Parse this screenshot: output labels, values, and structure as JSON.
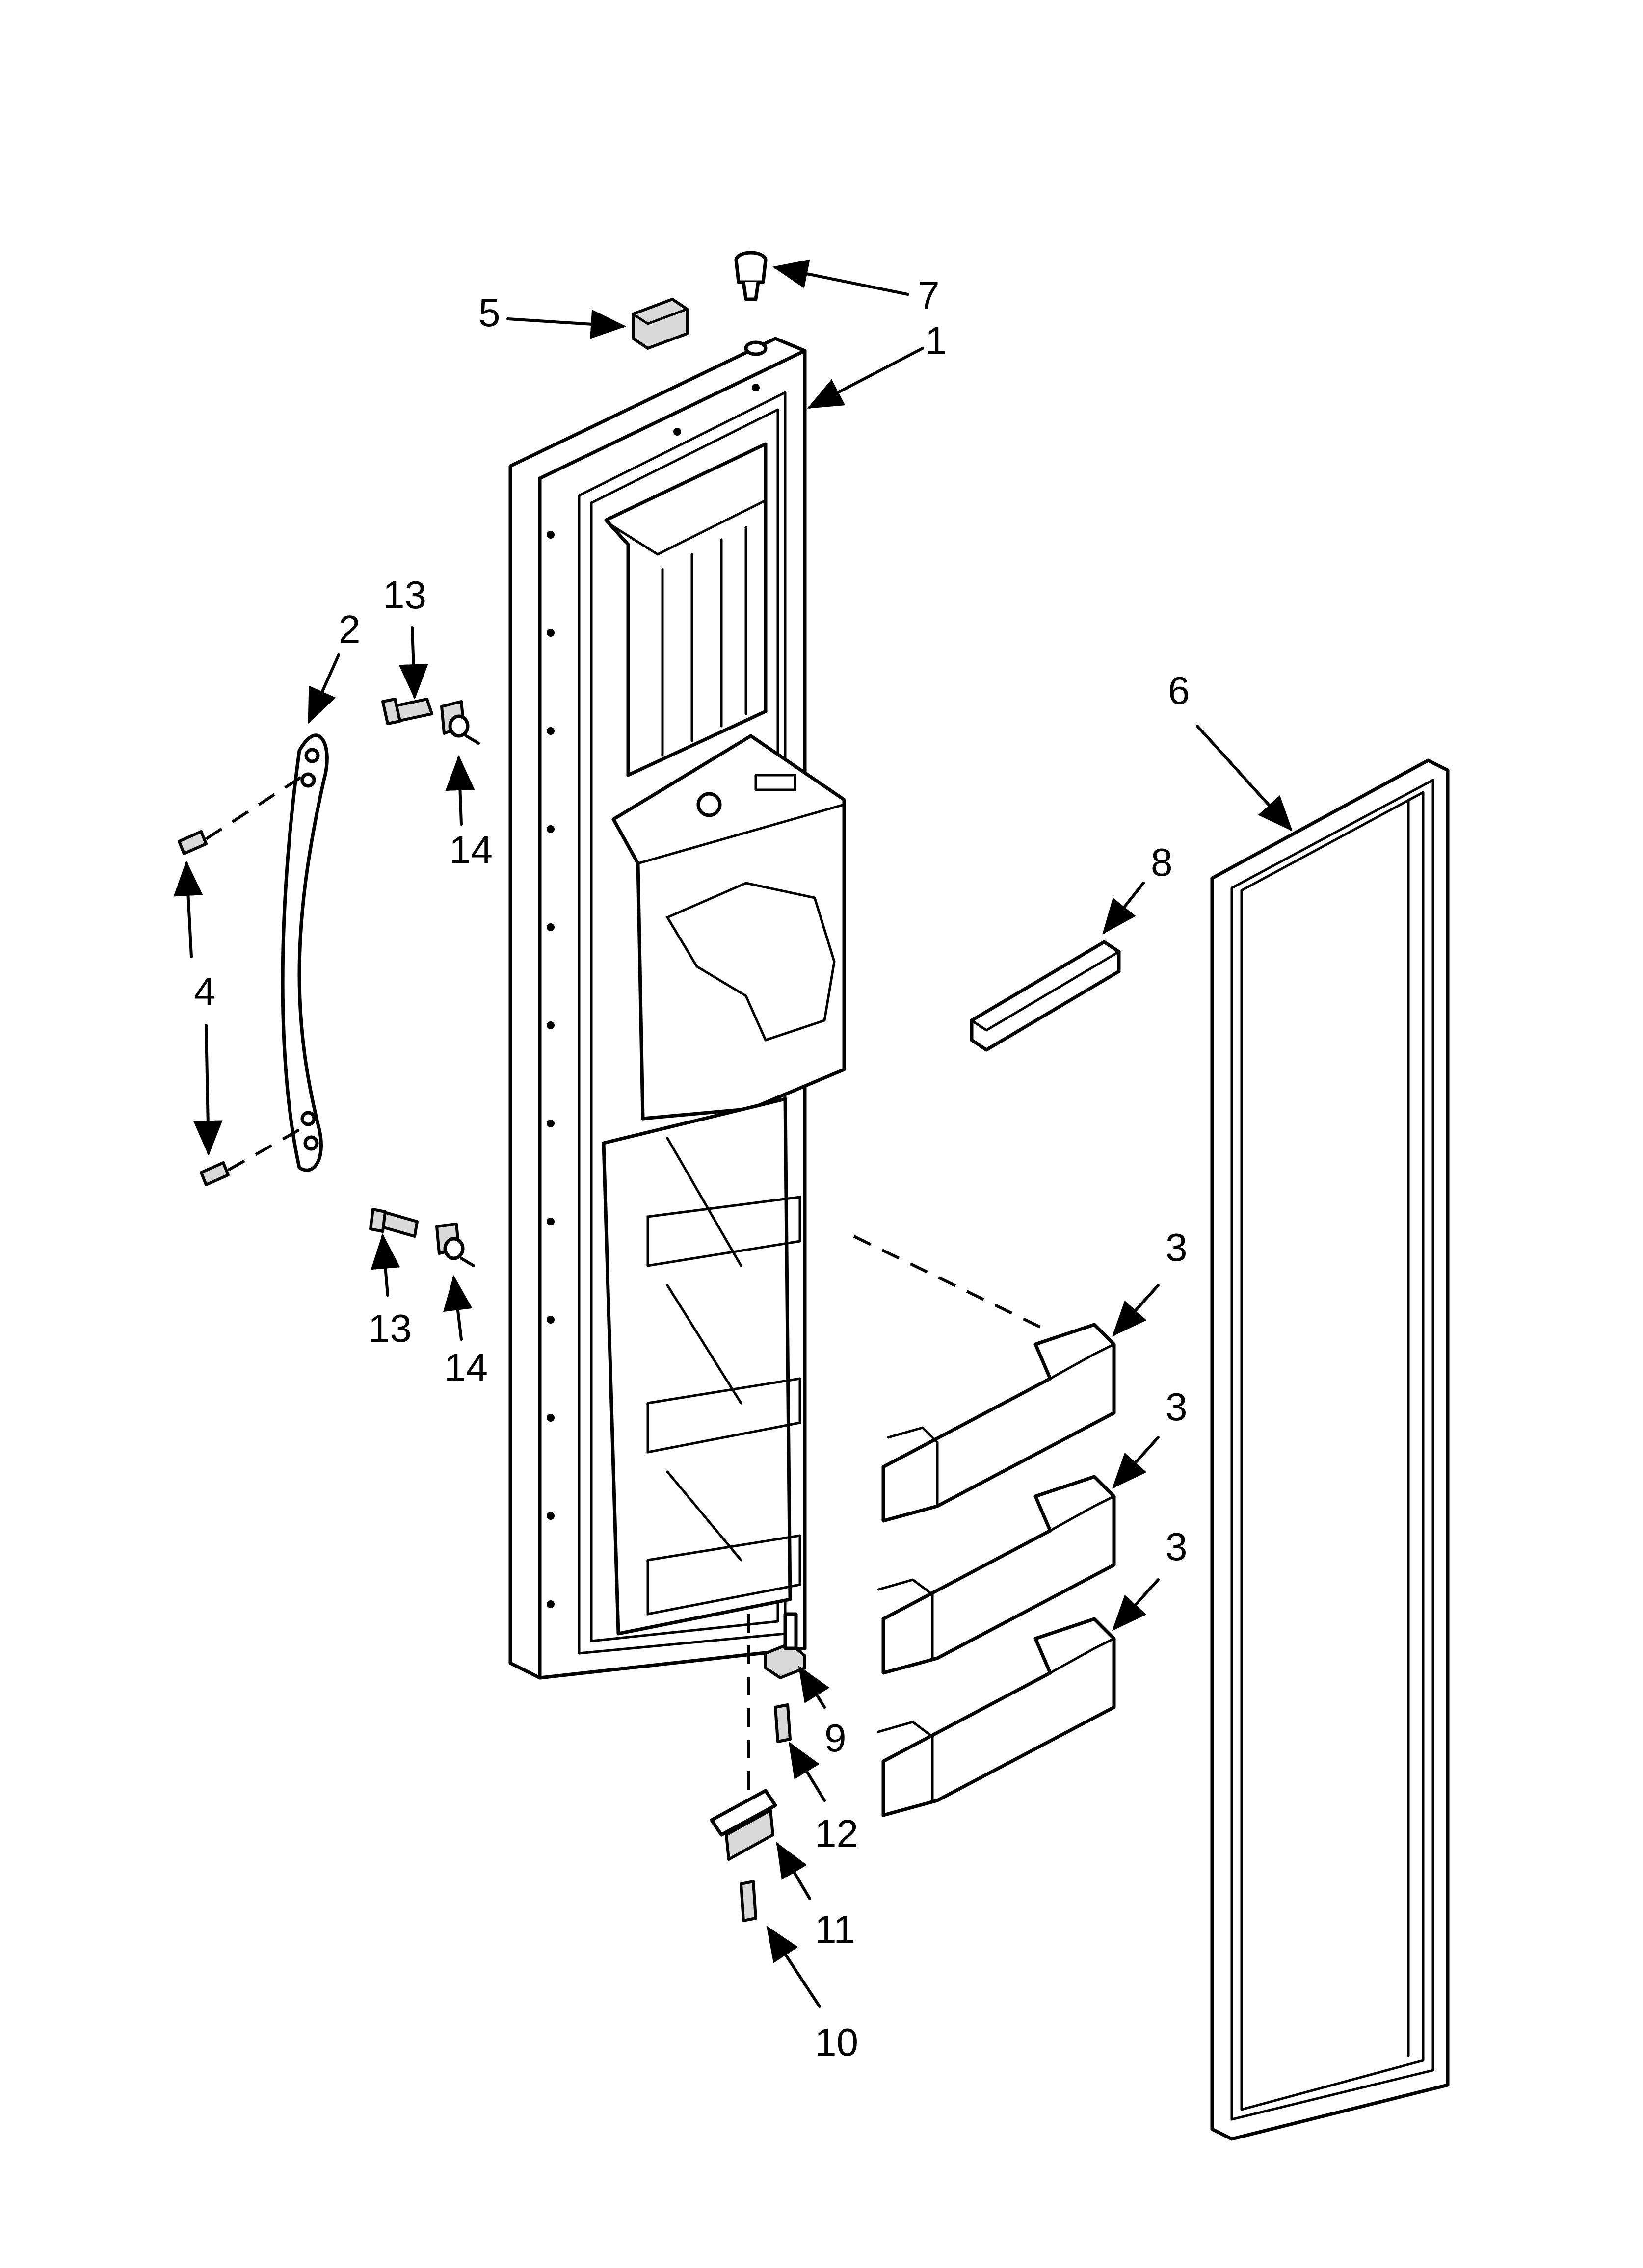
{
  "callouts": {
    "c1": "1",
    "c2": "2",
    "c3a": "3",
    "c3b": "3",
    "c3c": "3",
    "c4": "4",
    "c5": "5",
    "c6": "6",
    "c7": "7",
    "c8": "8",
    "c9": "9",
    "c10": "10",
    "c11": "11",
    "c12": "12",
    "c13a": "13",
    "c13b": "13",
    "c14a": "14",
    "c14b": "14"
  }
}
